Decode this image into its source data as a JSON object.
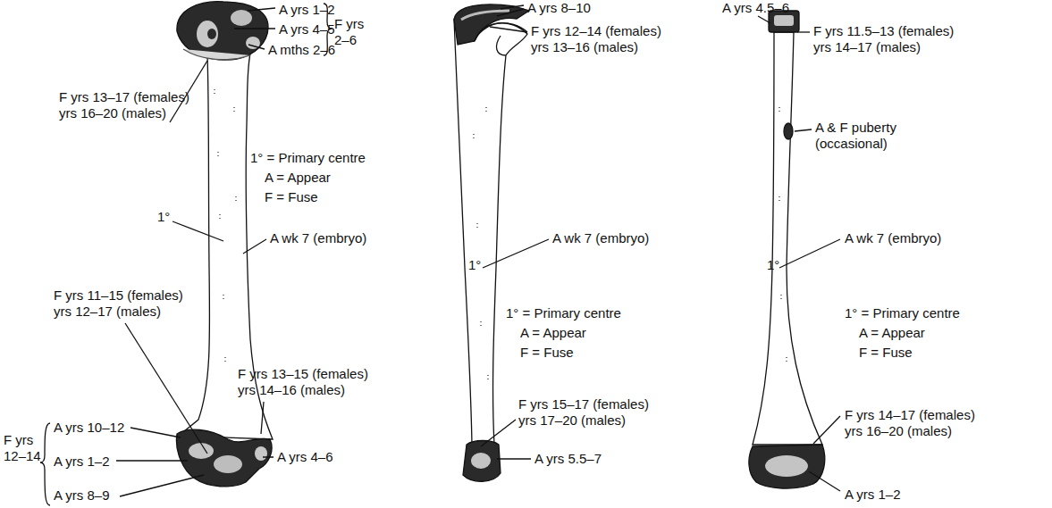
{
  "diagram": {
    "labels": [
      "A yrs 1–2",
      "A yrs 4–5",
      "A mths 2–6",
      "F yrs 2–6",
      "F yrs 13–17 (females) yrs 16–20 (males)",
      "1° = Primary centre",
      "A = Appear",
      "F = Fuse",
      "1°",
      "A wk 7 (embryo)",
      "F yrs 11–15 (females) yrs 12–17 (males)",
      "F yrs 13–15 (females) yrs 14–16 (males)",
      "F yrs 12–14",
      "A yrs 10–12",
      "A yrs 1–2",
      "A yrs 8–9",
      "A yrs 4–6",
      "A yrs 8–10",
      "F yrs 12–14 (females) yrs 13–16 (males)",
      "1°",
      "A wk 7 (embryo)",
      "1° = Primary centre",
      "A = Appear",
      "F = Fuse",
      "F yrs 15–17 (females) yrs 17–20 (males)",
      "A yrs 5.5–7",
      "A yrs 4.5–6",
      "F yrs 11.5–13 (females) yrs 14–17 (males)",
      "A & F puberty (occasional)",
      "1°",
      "A wk 7 (embryo)",
      "1° = Primary centre",
      "A = Appear",
      "F = Fuse",
      "F yrs 14–17 (females) yrs 16–20 (males)",
      "A yrs 1–2"
    ]
  }
}
